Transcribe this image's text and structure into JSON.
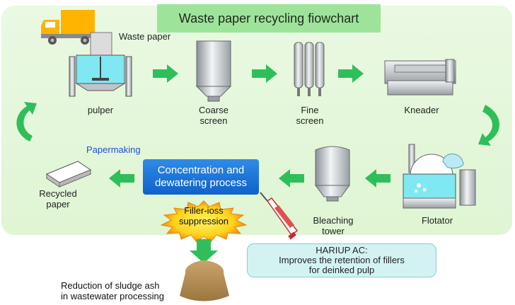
{
  "title": "Waste paper recycling fiowchart",
  "labels": {
    "waste_paper": "Waste paper",
    "pulper": "pulper",
    "coarse_screen_1": "Coarse",
    "coarse_screen_2": "screen",
    "fine_screen_1": "Fine",
    "fine_screen_2": "screen",
    "kneader": "Kneader",
    "flotator": "Flotator",
    "bleaching_1": "Bleaching",
    "bleaching_2": "tower",
    "recycled_1": "Recycled",
    "recycled_2": "paper",
    "papermaking": "Papermaking"
  },
  "concentration": {
    "line1": "Concentration and",
    "line2": "dewatering process"
  },
  "filler": {
    "line1": "Filler-ioss",
    "line2": "suppression"
  },
  "callout": {
    "line1": "HARIUP AC:",
    "line2": "Improves the retention of fillers",
    "line3": "for deinked pulp"
  },
  "reduction": {
    "line1": "Reduction of sludge ash",
    "line2": "in wastewater processing"
  },
  "colors": {
    "arrow": "#2fbf5a",
    "panel": "#e3f7d8",
    "title_bg": "#9ee39a",
    "process_box": "#1a73d9",
    "burst": "#ffd21a",
    "callout_bg": "#d3f3f3"
  }
}
